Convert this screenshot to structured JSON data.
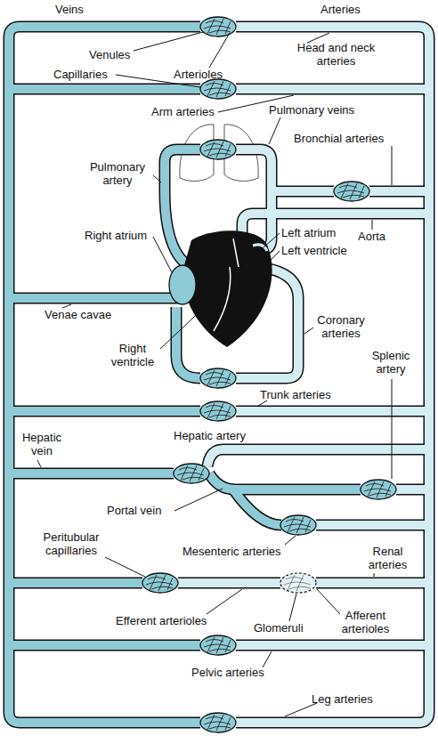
{
  "diagram": {
    "labels": [
      "Veins",
      "Arteries",
      "Venules",
      "Arterioles",
      "Head and neck arteries",
      "Capillaries",
      "Arm arteries",
      "Pulmonary veins",
      "Bronchial arteries",
      "Pulmonary artery",
      "Right atrium",
      "Left atrium",
      "Aorta",
      "Left ventricle",
      "Venae cavae",
      "Coronary arteries",
      "Right ventricle",
      "Splenic artery",
      "Trunk arteries",
      "Hepatic vein",
      "Hepatic artery",
      "Portal vein",
      "Peritubular capillaries",
      "Mesenteric arteries",
      "Renal arteries",
      "Efferent arterioles",
      "Glomeruli",
      "Afferent arterioles",
      "Pelvic arteries",
      "Leg arteries"
    ]
  }
}
